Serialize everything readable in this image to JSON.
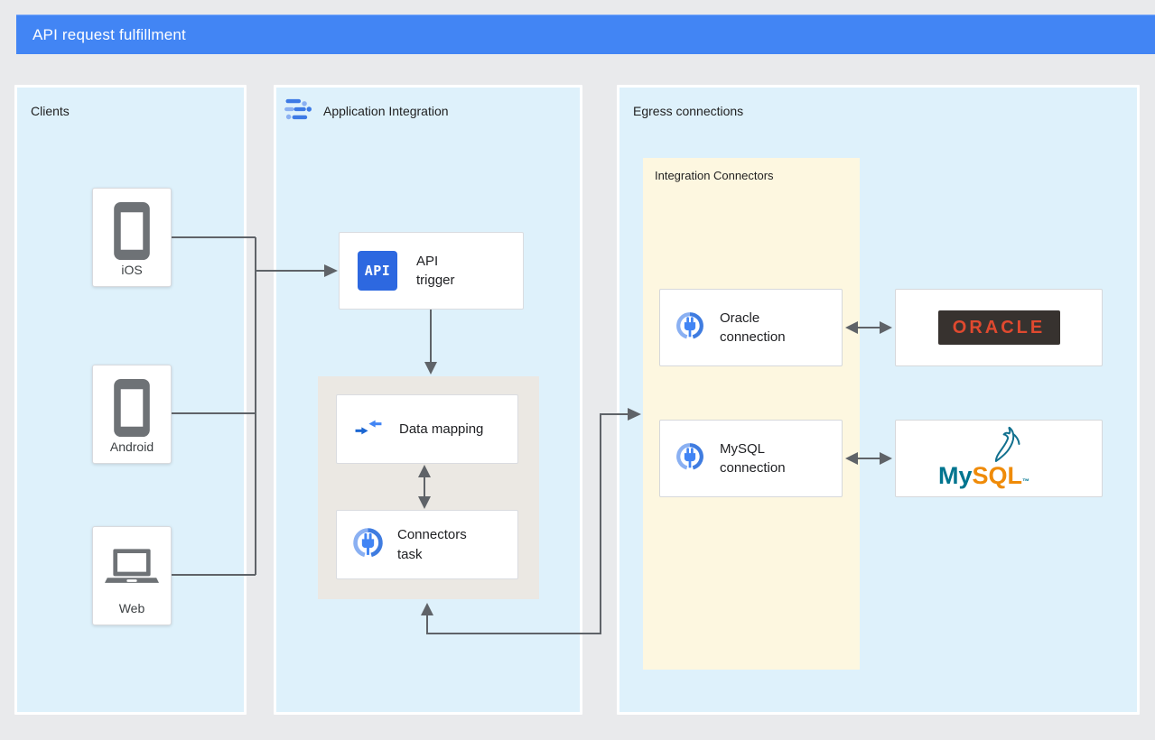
{
  "header": {
    "title": "API request fulfillment"
  },
  "clients": {
    "label": "Clients",
    "items": [
      {
        "label": "iOS",
        "icon": "phone-icon"
      },
      {
        "label": "Android",
        "icon": "phone-icon"
      },
      {
        "label": "Web",
        "icon": "laptop-icon"
      }
    ]
  },
  "integration": {
    "label": "Application Integration",
    "api_trigger": {
      "badge": "API",
      "label": "API trigger"
    },
    "data_mapping": {
      "label": "Data mapping"
    },
    "connectors_task": {
      "label": "Connectors task"
    }
  },
  "egress": {
    "label": "Egress connections",
    "connectors_group": {
      "label": "Integration Connectors",
      "connections": [
        {
          "label": "Oracle connection"
        },
        {
          "label": "MySQL connection"
        }
      ]
    },
    "databases": [
      {
        "name": "Oracle",
        "logo_text": "ORACLE"
      },
      {
        "name": "MySQL",
        "logo_text_primary": "My",
        "logo_text_secondary": "SQL",
        "trademark": "™"
      }
    ]
  },
  "colors": {
    "page_bg": "#e9eaec",
    "header_bg": "#4285f4",
    "panel_bg": "#def1fb",
    "connectors_group_bg": "#fdf7e0",
    "task_group_bg": "#ebe8e3",
    "arrow": "#5f6368",
    "oracle_bg": "#37322f",
    "oracle_red": "#e0492f",
    "mysql_teal": "#00758f",
    "mysql_orange": "#ef8b09"
  }
}
